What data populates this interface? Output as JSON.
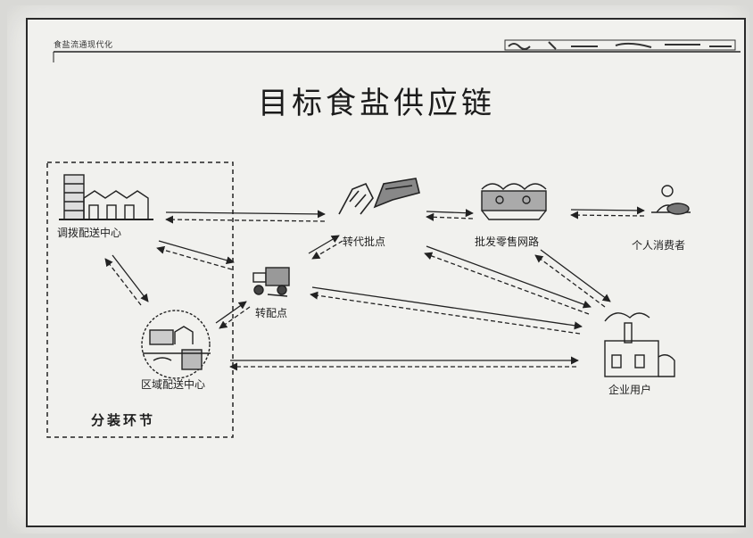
{
  "header": {
    "left_text": "食盐流通现代化"
  },
  "title": "目标食盐供应链",
  "nodes": {
    "dispatch_center": "调拨配送中心",
    "regional_center": "区域配送中心",
    "retail_point": "转代批点",
    "transfer_point": "转配点",
    "sales_network": "批发零售网路",
    "consumer": "个人消费者",
    "enterprise": "企业用户"
  },
  "group_label": "分装环节",
  "colors": {
    "ink": "#222222",
    "paper": "#efefec",
    "frame": "#2a2a2a"
  }
}
